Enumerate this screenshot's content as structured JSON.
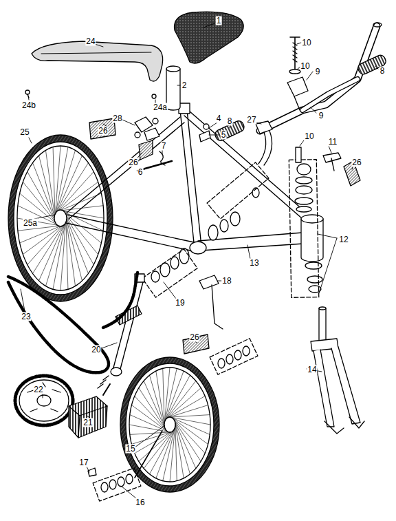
{
  "diagram": {
    "labels": [
      "1",
      "24",
      "10",
      "2",
      "10",
      "9",
      "8",
      "24b",
      "24a",
      "9",
      "28",
      "4",
      "8",
      "27",
      "26",
      "5",
      "10",
      "25",
      "11",
      "26",
      "7",
      "26",
      "6",
      "25a",
      "12",
      "13",
      "18",
      "19",
      "23",
      "26",
      "20",
      "14",
      "22",
      "21",
      "15",
      "17",
      "16"
    ]
  }
}
